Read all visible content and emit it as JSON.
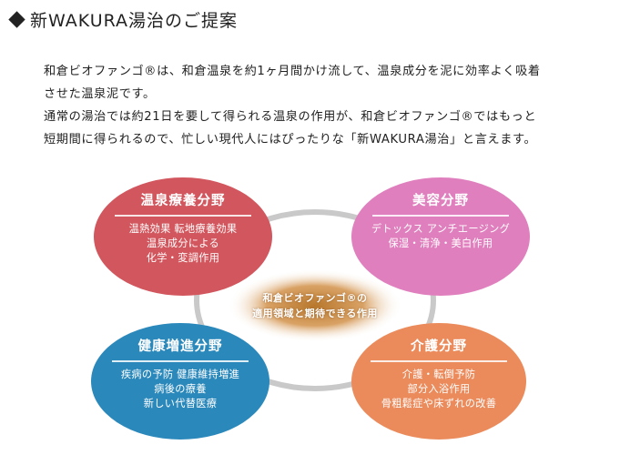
{
  "heading": {
    "text": "新WAKURA湯治のご提案"
  },
  "intro": {
    "p1_line1": "和倉ビオファンゴ®は、和倉温泉を約1ヶ月間かけ流して、温泉成分を泥に効率よく吸着",
    "p1_line2": "させた温泉泥です。",
    "p2_line1": "通常の湯治では約21日を要して得られる温泉の作用が、和倉ビオファンゴ®ではもっと",
    "p2_line2": "短期間に得られるので、忙しい現代人にはぴったりな「新WAKURA湯治」と言えます。"
  },
  "center": {
    "line1": "和倉ビオファンゴ®の",
    "line2": "適用領域と期待できる作用"
  },
  "nodes": {
    "onsen": {
      "title": "温泉療養分野",
      "lines": [
        "温熱効果 転地療養効果",
        "温泉成分による",
        "化学・変調作用"
      ],
      "color": "#d2565d"
    },
    "beauty": {
      "title": "美容分野",
      "lines": [
        "デトックス アンチエージング",
        "保湿・清浄・美白作用"
      ],
      "color": "#e07fbd"
    },
    "health": {
      "title": "健康増進分野",
      "lines": [
        "疾病の予防 健康維持増進",
        "病後の療養",
        "新しい代替医療"
      ],
      "color": "#2b88bb"
    },
    "care": {
      "title": "介護分野",
      "lines": [
        "介護・転倒予防",
        "部分入浴作用",
        "骨粗鬆症や床ずれの改善"
      ],
      "color": "#eb8b5c"
    }
  },
  "ring_color": "#c9c9c9"
}
